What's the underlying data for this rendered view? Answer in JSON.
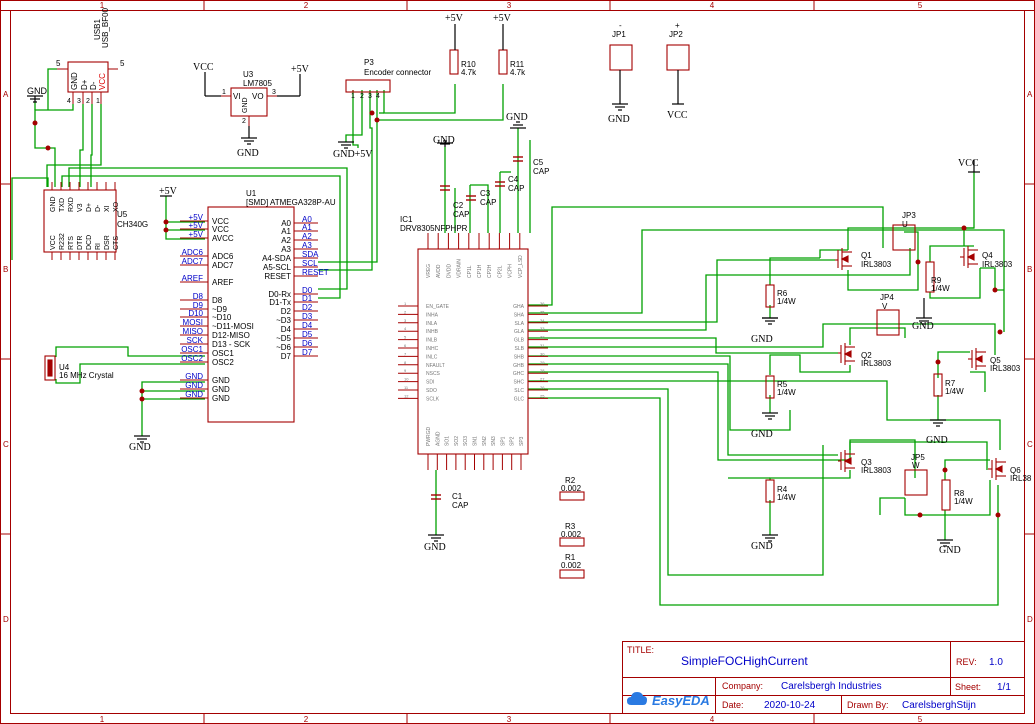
{
  "frame": {
    "col_labels": [
      "1",
      "2",
      "3",
      "4",
      "5"
    ],
    "row_labels": [
      "A",
      "B",
      "C",
      "D"
    ]
  },
  "title_block": {
    "title_label": "TITLE:",
    "title": "SimpleFOCHighCurrent",
    "rev_label": "REV:",
    "rev": "1.0",
    "company_label": "Company:",
    "company": "Carelsbergh Industries",
    "sheet_label": "Sheet:",
    "sheet": "1/1",
    "date_label": "Date:",
    "date": "2020-10-24",
    "drawn_label": "Drawn By:",
    "drawn_by": "CarelsberghStijn",
    "logo": "EasyEDA"
  },
  "parts": {
    "usb": {
      "ref": "USB1",
      "value": "USB_BF00",
      "pins": [
        "GND",
        "D+",
        "D-",
        "VCC"
      ],
      "pin_nums": [
        "4",
        "3",
        "2",
        "1"
      ],
      "extra_pin": "5"
    },
    "u3": {
      "ref": "U3",
      "value": "LM7805",
      "pin_vi": "VI",
      "pin_vo": "VO",
      "pin_gnd": "GND",
      "n1": "1",
      "n2": "2",
      "n3": "3"
    },
    "p3": {
      "ref": "P3",
      "value": "Encoder connector",
      "pins": [
        "1",
        "2",
        "3",
        "4"
      ]
    },
    "r10": {
      "ref": "R10",
      "value": "4.7k"
    },
    "r11": {
      "ref": "R11",
      "value": "4.7k"
    },
    "jp1": {
      "ref": "JP1",
      "value": "-"
    },
    "jp2": {
      "ref": "JP2",
      "value": "+"
    },
    "u5": {
      "ref": "U5",
      "value": "CH340G",
      "top_pins": [
        "GND",
        "TXD",
        "RXD",
        "V3",
        "D+",
        "D-",
        "XI",
        "XO"
      ],
      "bot_pins": [
        "VCC",
        "R232",
        "RTS",
        "DTR",
        "DCD",
        "RI",
        "DSR",
        "CTS"
      ]
    },
    "u1": {
      "ref": "U1",
      "value": "[SMD] ATMEGA328P-AU",
      "left_pins": [
        "VCC",
        "VCC",
        "AVCC",
        "ADC6",
        "ADC7",
        "AREF",
        "D8",
        "~D9",
        "~D10",
        "~D11-MOSI",
        "D12-MISO",
        "D13 - SCK",
        "OSC1",
        "OSC2",
        "GND",
        "GND",
        "GND"
      ],
      "left_nets": [
        "+5V",
        "+5V",
        "+5V",
        "ADC6",
        "ADC7",
        "AREF",
        "D8",
        "D9",
        "D10",
        "MOSI",
        "MISO",
        "SCK",
        "OSC1",
        "OSC2",
        "GND",
        "GND",
        "GND"
      ],
      "right_pins": [
        "A0",
        "A1",
        "A2",
        "A3",
        "A4-SDA",
        "A5-SCL",
        "RESET",
        "D0-Rx",
        "D1-Tx",
        "D2",
        "~D3",
        "D4",
        "~D5",
        "~D6",
        "D7"
      ],
      "right_nets": [
        "A0",
        "A1",
        "A2",
        "A3",
        "SDA",
        "SCL",
        "RESET",
        "D0",
        "D1",
        "D2",
        "D3",
        "D4",
        "D5",
        "D6",
        "D7"
      ]
    },
    "u4": {
      "ref": "U4",
      "value": "16 MHz Crystal"
    },
    "ic1": {
      "ref": "IC1",
      "value": "DRV8305NFPHPR",
      "left_pins": [
        "EN_GATE",
        "INHA",
        "INLA",
        "INHB",
        "INLB",
        "INHC",
        "INLC",
        "NFAULT",
        "NSCS",
        "SDI",
        "SDO",
        "SCLK"
      ],
      "right_pins": [
        "GHA",
        "SHA",
        "SLA",
        "GLA",
        "GLB",
        "SLB",
        "SHB",
        "GHB",
        "GHC",
        "SHC",
        "SLC",
        "GLC"
      ],
      "right_nums": [
        "36",
        "35",
        "34",
        "33",
        "32",
        "31",
        "30",
        "29",
        "28",
        "27",
        "26",
        "25"
      ],
      "top_pins": [
        "VREG",
        "AVDD",
        "DVDD",
        "VDRAIN",
        "CP1L",
        "CP1H",
        "CP2H",
        "CP2L",
        "VCPH",
        "VCP_LSD"
      ],
      "bottom_pins": [
        "PWRGD",
        "AGND",
        "SO1",
        "SO2",
        "SO3",
        "SN1",
        "SN2",
        "SN3",
        "SP1",
        "SP2",
        "SP3"
      ]
    },
    "caps": {
      "c1": "C1",
      "c2": "C2",
      "c3": "C3",
      "c4": "C4",
      "c5": "C5",
      "value": "CAP"
    },
    "shunts": {
      "r1": "R1",
      "r2": "R2",
      "r3": "R3",
      "value": "0.002"
    },
    "gate_res": {
      "r4": "R4",
      "r5": "R5",
      "r6": "R6",
      "r7": "R7",
      "r8": "R8",
      "r9": "R9",
      "value": "1/4W"
    },
    "fets": {
      "q1": "Q1",
      "q2": "Q2",
      "q3": "Q3",
      "q4": "Q4",
      "q5": "Q5",
      "q6": "Q6",
      "value": "IRL3803",
      "value_cut": "IRL38"
    },
    "jp3": {
      "ref": "JP3",
      "value": "U"
    },
    "jp4": {
      "ref": "JP4",
      "value": "V"
    },
    "jp5": {
      "ref": "JP5",
      "value": "W"
    }
  },
  "power": {
    "vcc": "VCC",
    "p5v": "+5V",
    "gnd": "GND",
    "gnd5v": "GND+5V"
  }
}
